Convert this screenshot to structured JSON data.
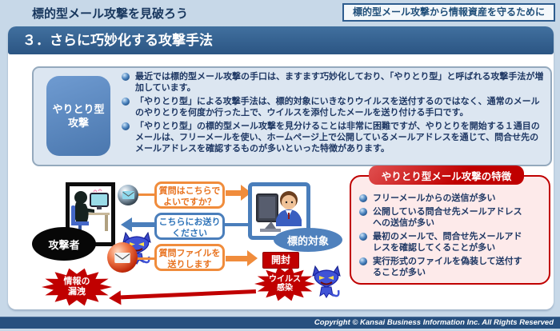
{
  "page": {
    "header_title": "標的型メール攻撃を見破ろう",
    "header_badge": "標的型メール攻撃から情報資産を守るために",
    "section_title": "３．さらに巧妙化する攻撃手法",
    "footer": "Copyright © Kansai Business Information Inc.  All Rights Reserved"
  },
  "summary": {
    "keyword_line1": "やりとり型",
    "keyword_line2": "攻撃",
    "bullets": [
      "最近では標的型メール攻撃の手口は、ますます巧妙化しており、「やりとり型」と呼ばれる攻撃手法が増加しています。",
      "「やりとり型」による攻撃手法は、標的対象にいきなりウイルスを送付するのではなく、通常のメールのやりとりを何度か行った上で、ウイルスを添付したメールを送り付ける手口です。",
      "「やりとり型」の標的型メール攻撃を見分けることは非常に困難ですが、やりとりを開始する１通目のメールは、フリーメールを使い、ホームページ上で公開しているメールアドレスを通じて、問合せ先のメールアドレスを確認するものが多いといった特徴があります。"
    ]
  },
  "diagram": {
    "attacker_label": "攻撃者",
    "target_label": "標的対象",
    "open_label": "開封",
    "leak": {
      "line1": "情報の",
      "line2": "漏洩"
    },
    "infect": {
      "line1": "ウイルス",
      "line2": "感染"
    },
    "bubbles": [
      {
        "line1": "質問はこちらで",
        "line2": "よいですか？"
      },
      {
        "line1": "こちらにお送り",
        "line2": "ください"
      },
      {
        "line1": "質問ファイルを",
        "line2": "送りします"
      }
    ]
  },
  "features": {
    "title": "やりとり型メール攻撃の特徴",
    "items": [
      "フリーメールからの送信が多い",
      "公開している問合せ先メールアドレスへの送信が多い",
      "最初のメールで、問合せ先メールアドレスを確認してくることが多い",
      "実行形式のファイルを偽装して送付することが多い"
    ]
  },
  "colors": {
    "accent_blue": "#4f81bd",
    "title_bar_blue": "#2b5583",
    "alert_red": "#c00000",
    "orange": "#f08c3c",
    "navy_text": "#1f3864",
    "page_background": "#c7d8e8"
  }
}
